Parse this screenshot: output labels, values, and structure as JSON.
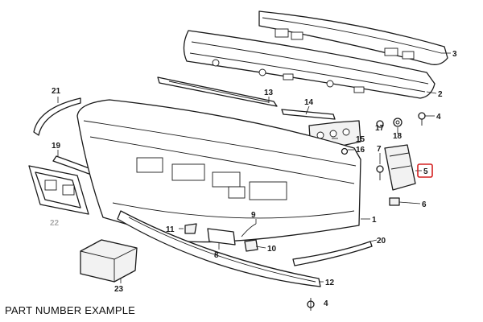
{
  "footer_label": "PART NUMBER EXAMPLE",
  "highlight_color": "#d42020",
  "faded_color": "#aaaaaa",
  "callouts": {
    "c1": "1",
    "c2": "2",
    "c3": "3",
    "c4": "4",
    "c5": "5",
    "c6": "6",
    "c7": "7",
    "c8": "8",
    "c9": "9",
    "c10": "10",
    "c11": "11",
    "c12": "12",
    "c13": "13",
    "c14": "14",
    "c15": "15",
    "c16": "16",
    "c17": "17",
    "c18": "18",
    "c19": "19",
    "c20": "20",
    "c21": "21",
    "c22": "22",
    "c23": "23"
  },
  "highlighted_callout": "5"
}
